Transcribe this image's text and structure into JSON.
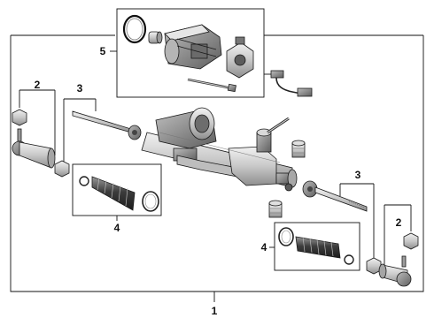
{
  "diagram": {
    "callouts": {
      "assembly": "1",
      "left_outer_tie_rod": "2",
      "right_outer_tie_rod": "2",
      "left_inner_tie_rod": "3",
      "right_inner_tie_rod": "3",
      "left_boot_kit": "4",
      "right_boot_kit": "4",
      "motor_kit": "5"
    },
    "colors": {
      "line": "#111111",
      "part_fill": "#d4d4d4",
      "part_dark": "#8a8a8a",
      "background": "#ffffff"
    }
  }
}
